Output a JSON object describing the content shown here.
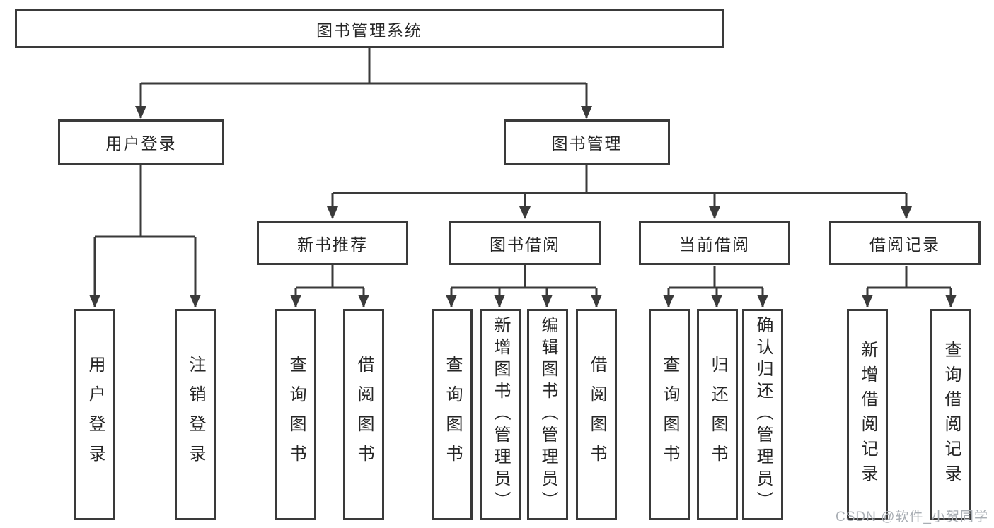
{
  "diagram": {
    "root": {
      "label": "图书管理系统"
    },
    "level2": {
      "user_login": {
        "label": "用户登录"
      },
      "book_management": {
        "label": "图书管理"
      }
    },
    "level3": {
      "new_book_recommend": {
        "label": "新书推荐"
      },
      "book_borrowing": {
        "label": "图书借阅"
      },
      "current_borrowing": {
        "label": "当前借阅"
      },
      "borrowing_records": {
        "label": "借阅记录"
      }
    },
    "leaves": {
      "user_login": {
        "label": "用户登录"
      },
      "logout_login": {
        "label": "注销登录"
      },
      "recommend_query_books": {
        "label": "查询图书"
      },
      "recommend_borrow_books": {
        "label": "借阅图书"
      },
      "borrowing_query_books": {
        "label": "查询图书"
      },
      "borrowing_add_books_admin": {
        "label": "新增图书（管理员）"
      },
      "borrowing_edit_books_admin": {
        "label": "编辑图书（管理员）"
      },
      "borrowing_borrow_books": {
        "label": "借阅图书"
      },
      "current_query_books": {
        "label": "查询图书"
      },
      "current_return_books": {
        "label": "归还图书"
      },
      "current_confirm_return_admin": {
        "label": "确认归还（管理员）"
      },
      "records_add_borrow_record": {
        "label": "新增借阅记录"
      },
      "records_query_borrow_record": {
        "label": "查询借阅记录"
      }
    }
  },
  "watermark": {
    "text": "CSDN @软件_小贺同学"
  },
  "colors": {
    "line": "#3a3a3a",
    "box_border": "#3a3a3a",
    "text": "#262626",
    "watermark": "#a9aeb4",
    "background": "#ffffff"
  }
}
